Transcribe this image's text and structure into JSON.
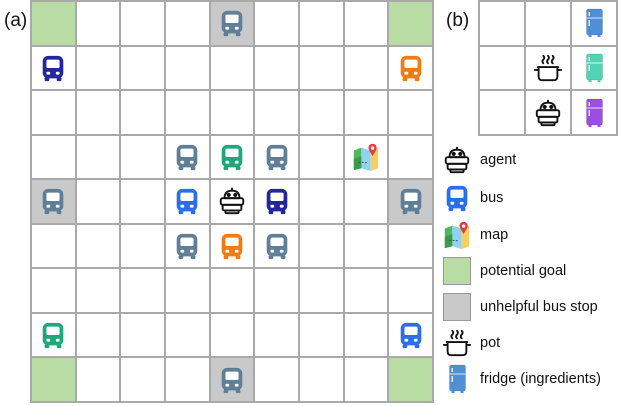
{
  "panels": {
    "a": "(a)",
    "b": "(b)"
  },
  "colors": {
    "goal": "#b9dba4",
    "stop": "#c9c9c9",
    "bus_gray": "#5f7e98",
    "bus_green": "#1fa97a",
    "bus_navy": "#23279a",
    "bus_orange": "#ee7d17",
    "bus_blue": "#2b6fe8",
    "fridge_blue": "#4f8fd6",
    "fridge_teal": "#52d3b4",
    "fridge_purple": "#9b4fe0"
  },
  "grid_a": {
    "rows": 9,
    "cols": 9,
    "cells": [
      [
        "goal",
        "",
        "",
        "",
        "stop:bus_gray",
        "",
        "",
        "",
        "goal"
      ],
      [
        "bus_navy",
        "",
        "",
        "",
        "",
        "",
        "",
        "",
        "bus_orange"
      ],
      [
        "",
        "",
        "",
        "",
        "",
        "",
        "",
        "",
        ""
      ],
      [
        "",
        "",
        "",
        "bus_gray",
        "bus_green",
        "bus_gray",
        "",
        "map",
        ""
      ],
      [
        "stop:bus_gray",
        "",
        "",
        "bus_blue",
        "agent",
        "bus_navy",
        "",
        "",
        "stop:bus_gray"
      ],
      [
        "",
        "",
        "",
        "bus_gray",
        "bus_orange",
        "bus_gray",
        "",
        "",
        ""
      ],
      [
        "",
        "",
        "",
        "",
        "",
        "",
        "",
        "",
        ""
      ],
      [
        "bus_green",
        "",
        "",
        "",
        "",
        "",
        "",
        "",
        "bus_blue"
      ],
      [
        "goal",
        "",
        "",
        "",
        "stop:bus_gray",
        "",
        "",
        "",
        "goal"
      ]
    ]
  },
  "grid_b": {
    "rows": 3,
    "cols": 3,
    "cells": [
      [
        "",
        "",
        "fridge_blue"
      ],
      [
        "",
        "pot",
        "fridge_teal"
      ],
      [
        "",
        "agent",
        "fridge_purple"
      ]
    ]
  },
  "legend": [
    {
      "icon": "agent",
      "label": "agent"
    },
    {
      "icon": "bus_blue",
      "label": "bus"
    },
    {
      "icon": "map",
      "label": "map"
    },
    {
      "icon": "goal-swatch",
      "label": "potential goal"
    },
    {
      "icon": "stop-swatch",
      "label": "unhelpful bus stop"
    },
    {
      "icon": "pot",
      "label": "pot"
    },
    {
      "icon": "fridge_blue",
      "label": "fridge (ingredients)"
    }
  ]
}
